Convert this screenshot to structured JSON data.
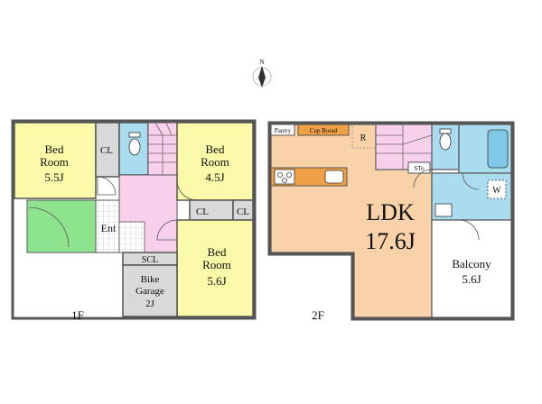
{
  "compass": {
    "letter": "N"
  },
  "floor1": {
    "label": "1F",
    "bed1": {
      "l1": "Bed",
      "l2": "Room",
      "l3": "5.5J"
    },
    "bed2": {
      "l1": "Bed",
      "l2": "Room",
      "l3": "4.5J"
    },
    "bed3": {
      "l1": "Bed",
      "l2": "Room",
      "l3": "5.6J"
    },
    "cl1": "CL",
    "cl2": "CL",
    "cl3": "CL",
    "entrance": "Ent",
    "scl": "SCL",
    "bike": {
      "l1": "Bike",
      "l2": "Garage",
      "l3": "2J"
    }
  },
  "floor2": {
    "label": "2F",
    "pantry": "Pantry",
    "cupboard": "Cup Borad",
    "r": "R",
    "sto": "STo",
    "w": "W",
    "ldk": {
      "l1": "LDK",
      "l2": "17.6J"
    },
    "balcony": {
      "l1": "Balcony",
      "l2": "5.6J"
    }
  },
  "colors": {
    "bedroom": "#fafaa8",
    "hall": "#f8d0ec",
    "toilet": "#a9dcef",
    "ldk": "#f9d2a9",
    "garden": "#8ee38e",
    "storage": "#d9d9d9",
    "counter": "#f0a045",
    "wall": "#555555"
  }
}
